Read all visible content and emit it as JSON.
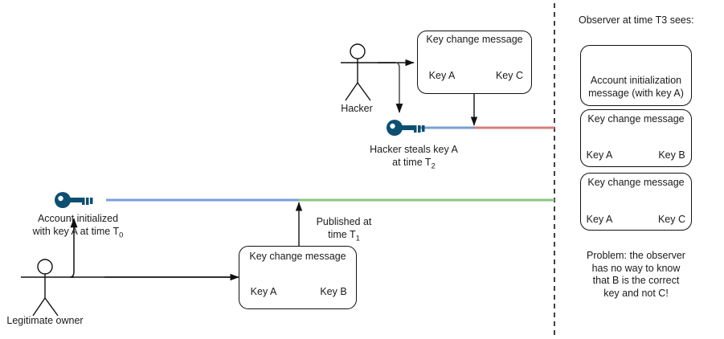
{
  "diagram": {
    "title_right": "Observer at time T3 sees:",
    "colors": {
      "key_dark_blue": "#0c4f70",
      "key_blue": "#1763a0",
      "key_green": "#00a000",
      "key_red": "#ef0000",
      "timeline_blue": "#7a9fd4",
      "timeline_green": "#8cc57f",
      "timeline_red": "#d47f7f",
      "stroke": "#111111",
      "text": "#1a1a1a"
    },
    "actors": [
      {
        "id": "hacker",
        "label": "Hacker"
      },
      {
        "id": "legitimate-owner",
        "label": "Legitimate owner"
      }
    ],
    "annotations": {
      "account_initialized": "Account initialized\nwith key A at time T",
      "account_initialized_sub": "0",
      "hacker_steals": "Hacker steals key A\nat time T",
      "hacker_steals_sub": "2",
      "published": "Published at\ntime T",
      "published_sub": "1"
    },
    "message_boxes": [
      {
        "id": "hacker-key-change",
        "title": "Key change message",
        "from_label": "Key A",
        "from_key_color": "#1763a0",
        "to_label": "Key C",
        "to_key_color": "#ef0000"
      },
      {
        "id": "owner-key-change",
        "title": "Key change message",
        "from_label": "Key A",
        "from_key_color": "#1763a0",
        "to_label": "Key B",
        "to_key_color": "#00a000"
      }
    ],
    "observer_panel": {
      "heading": "Observer at time T3 sees:",
      "cards": [
        {
          "id": "account-init-card",
          "type": "single-key",
          "key_color": "#0c4f70",
          "caption": "Account initialization\nmessage (with key A)"
        },
        {
          "id": "observer-key-change-b",
          "type": "key-change",
          "title": "Key change message",
          "from_label": "Key A",
          "from_key_color": "#1763a0",
          "to_label": "Key B",
          "to_key_color": "#00a000"
        },
        {
          "id": "observer-key-change-c",
          "type": "key-change",
          "title": "Key change message",
          "from_label": "Key A",
          "from_key_color": "#1763a0",
          "to_label": "Key C",
          "to_key_color": "#ef0000"
        }
      ],
      "problem_text": "Problem: the observer\nhas no way to know\nthat B is the correct\nkey and not C!"
    }
  }
}
